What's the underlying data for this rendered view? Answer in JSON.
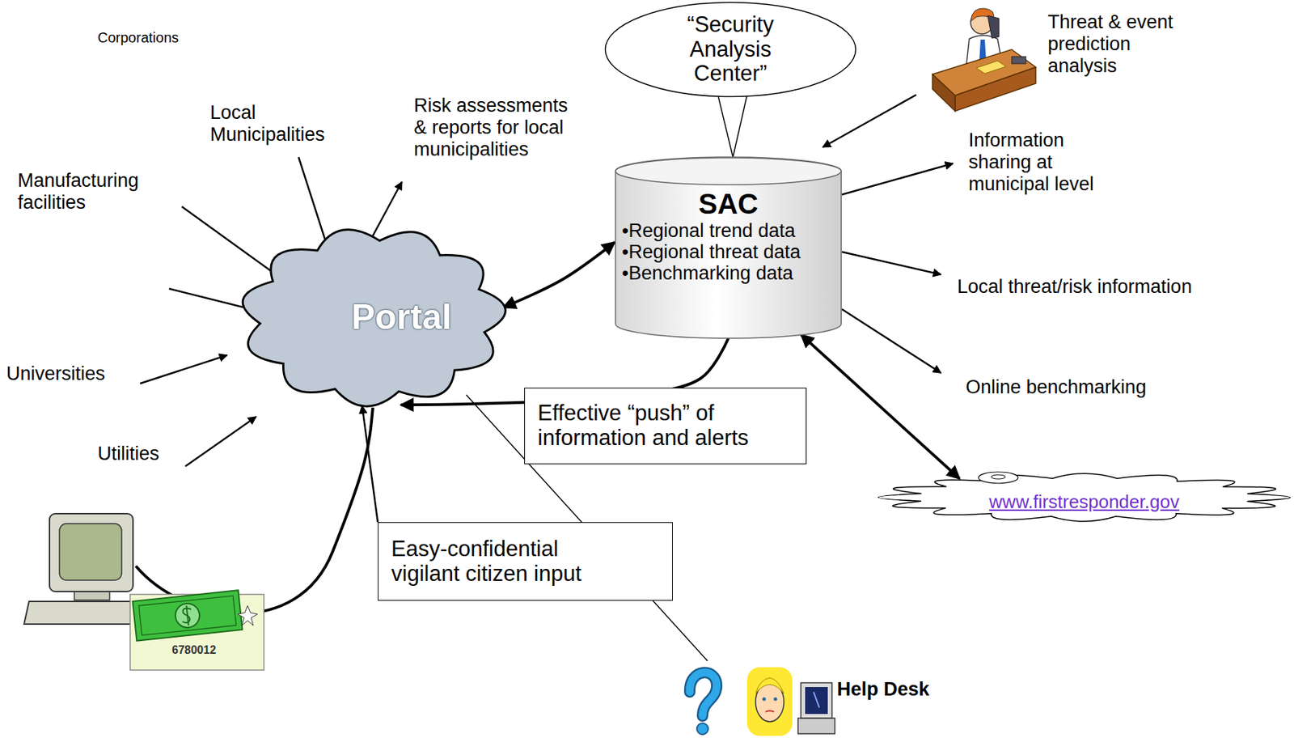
{
  "diagram": {
    "nodes": [
      {
        "text": [
          "“Security Analysis Center”"
        ]
      },
      {
        "text": [
          "SAC",
          "•Regional trend data",
          "•Regional threat data",
          "•Benchmarking data"
        ]
      },
      {
        "text": [
          "Portal"
        ]
      },
      {
        "text": [
          "Effective “push” of information and alerts"
        ]
      },
      {
        "text": [
          "Easy-confidential vigilant citizen input"
        ]
      },
      {
        "text": [
          "www.firstresponder.gov"
        ]
      }
    ],
    "edges": [
      {
        "from": 2,
        "to": 1,
        "arrow": "both"
      },
      {
        "from": 1,
        "to": 2,
        "arrow": "to"
      },
      {
        "from": 4,
        "to": 2,
        "arrow": "to"
      },
      {
        "from": 1,
        "to": 5,
        "arrow": "both"
      },
      {
        "from": 0,
        "to": 1,
        "arrow": "none"
      }
    ],
    "labels": [
      "Corporations",
      "Local Municipalities",
      "Risk assessments & reports for local municipalities",
      "Manufacturing facilities",
      "Universities",
      "Utilities",
      "Threat & event prediction analysis",
      "Information sharing at municipal level",
      "Local threat/risk information",
      "Online benchmarking",
      "6780012",
      "Help Desk"
    ]
  }
}
